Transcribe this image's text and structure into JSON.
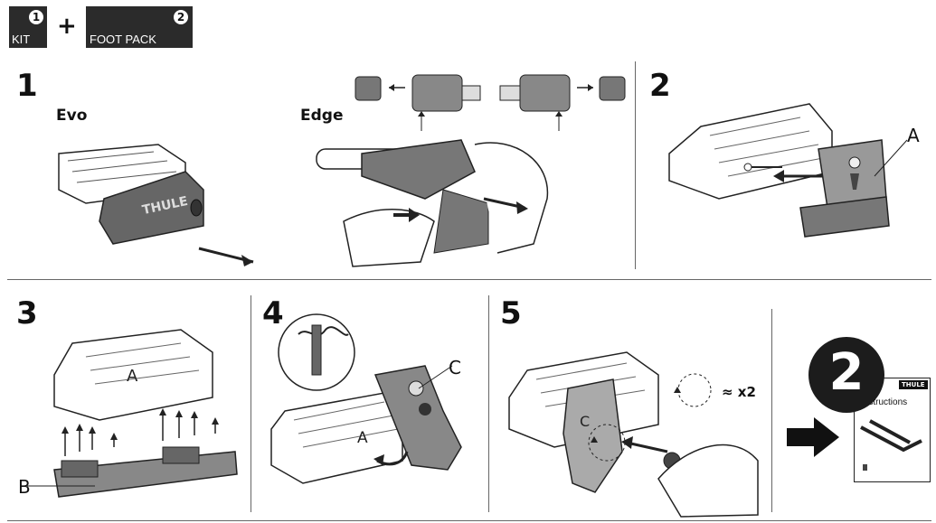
{
  "header": {
    "kit": {
      "number": "1",
      "label": "KIT"
    },
    "plus": "+",
    "foot_pack": {
      "number": "2",
      "label": "FOOT PACK"
    }
  },
  "steps": [
    {
      "number": "1",
      "variants": [
        "Evo",
        "Edge"
      ],
      "brand": "THULE"
    },
    {
      "number": "2",
      "callout": "A"
    },
    {
      "number": "3",
      "callout": "B"
    },
    {
      "number": "4",
      "callout": "C",
      "part_label": "A"
    },
    {
      "number": "5",
      "quantity": "≈ x2",
      "part_label": "C"
    }
  ],
  "next": {
    "number": "2",
    "booklet_title": "Instructions",
    "booklet_brand": "THULE"
  }
}
